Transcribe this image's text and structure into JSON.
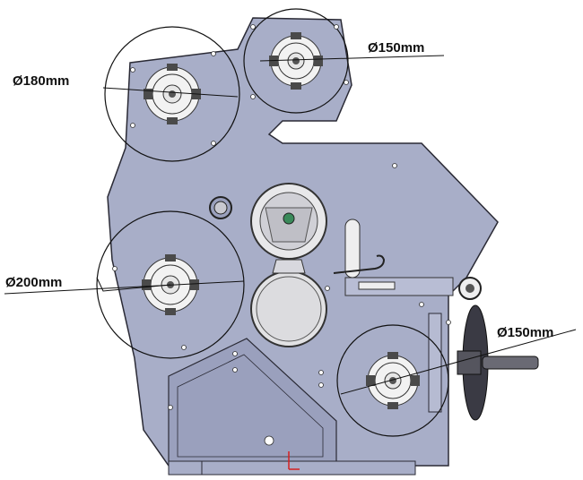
{
  "diagram": {
    "dimensions": [
      {
        "id": "roller-top-left",
        "label": "Ø180mm"
      },
      {
        "id": "roller-top-right",
        "label": "Ø150mm"
      },
      {
        "id": "roller-mid-left",
        "label": "Ø200mm"
      },
      {
        "id": "roller-bottom-right",
        "label": "Ø150mm"
      }
    ],
    "colors": {
      "body": "#a8aec8",
      "body_dark": "#9aa0bd",
      "outline": "#2a2a35",
      "circle_line": "#111111",
      "hub": "#f2f2f2",
      "hub_dark": "#4a4a4a",
      "axis_marker": "#d62020",
      "hand_wheel": "#3a3a44"
    }
  }
}
